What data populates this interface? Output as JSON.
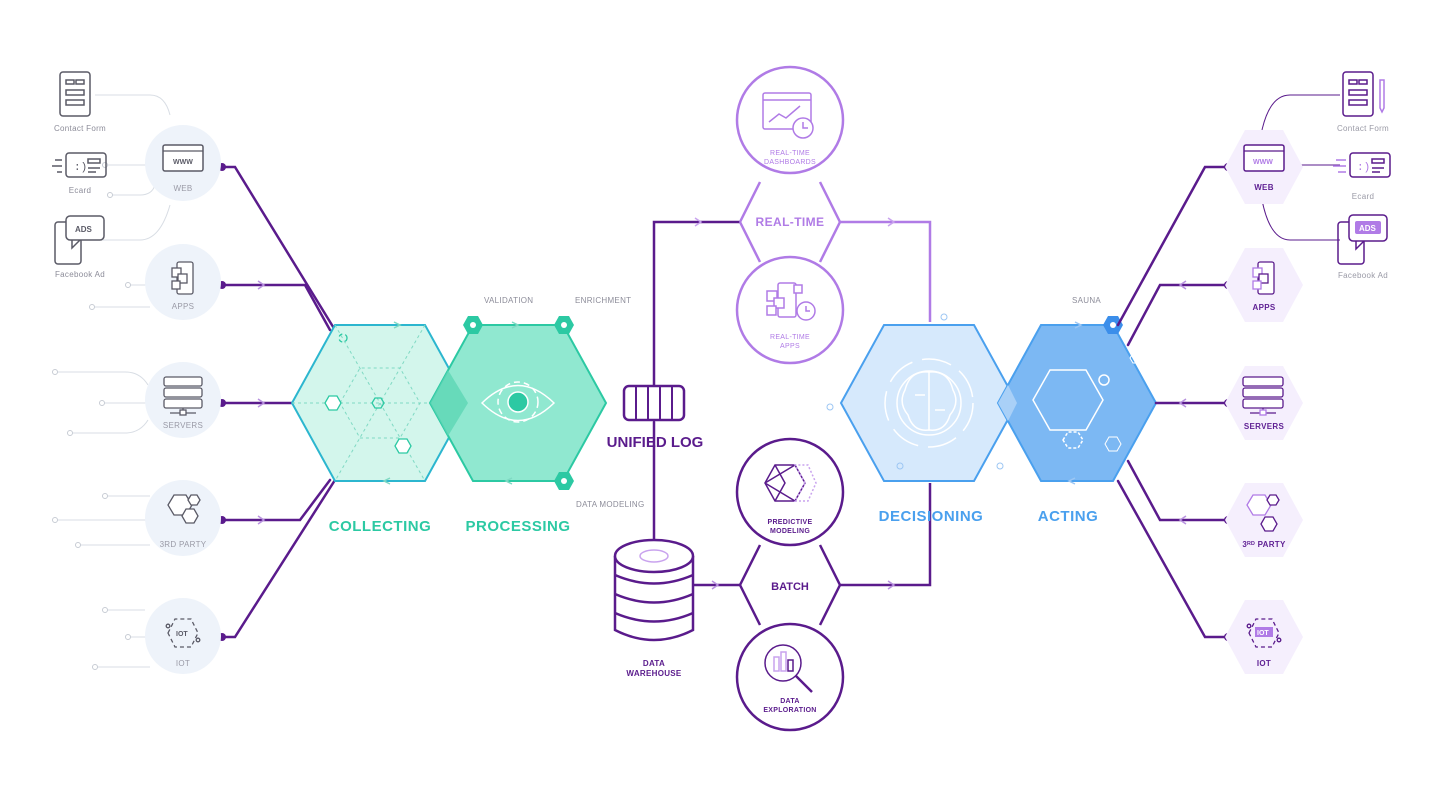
{
  "colors": {
    "purple_dark": "#5a1b8c",
    "purple_light": "#b07be6",
    "green": "#2cc9a3",
    "green_fill": "#8fe8cf",
    "blue": "#4aa0ee",
    "blue_fill": "#7cb8f3",
    "source_bg": "#eef3fa",
    "dest_bg": "#f5effd"
  },
  "sources": {
    "contact_form": "Contact Form",
    "ecard": "Ecard",
    "facebook_ad": "Facebook Ad",
    "web": "WEB",
    "apps": "APPS",
    "servers": "SERVERS",
    "third_party": "3RD PARTY",
    "iot": "IOT",
    "ads_badge": "ADS",
    "www_badge": "WWW",
    "iot_badge": "IOT"
  },
  "stages": {
    "collecting": "COLLECTING",
    "processing": "PROCESSING",
    "decisioning": "DECISIONING",
    "acting": "ACTING",
    "validation": "VALIDATION",
    "enrichment": "ENRICHMENT",
    "data_modeling": "DATA MODELING",
    "sauna": "SAUNA"
  },
  "middle": {
    "unified_log": "UNIFIED LOG",
    "real_time": "REAL-TIME",
    "batch": "BATCH",
    "rt_dashboards_1": "REAL-TIME",
    "rt_dashboards_2": "DASHBOARDS",
    "rt_apps_1": "REAL-TIME",
    "rt_apps_2": "APPS",
    "predictive_1": "PREDICTIVE",
    "predictive_2": "MODELING",
    "exploration_1": "DATA",
    "exploration_2": "EXPLORATION",
    "warehouse_1": "DATA",
    "warehouse_2": "WAREHOUSE"
  },
  "destinations": {
    "contact_form": "Contact Form",
    "ecard": "Ecard",
    "facebook_ad": "Facebook Ad",
    "web": "WEB",
    "apps": "APPS",
    "servers": "SERVERS",
    "third_party": "3ᴿᴰ PARTY",
    "iot": "IOT",
    "ads_badge": "ADS",
    "www_badge": "WWW",
    "iot_badge": "IOT"
  }
}
